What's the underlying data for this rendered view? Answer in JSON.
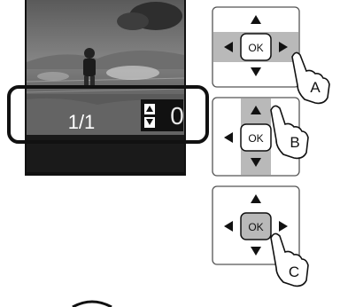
{
  "screen": {
    "photo_counter": "1/1",
    "copies": "0",
    "icon": "photo-of-child-in-field"
  },
  "panels": [
    {
      "id": "A",
      "button_label": "OK",
      "callout": "A",
      "highlight": "left-right",
      "icon": "dpad-icon"
    },
    {
      "id": "B",
      "button_label": "OK",
      "callout": "B",
      "highlight": "up-down",
      "icon": "dpad-icon"
    },
    {
      "id": "C",
      "button_label": "OK",
      "callout": "C",
      "highlight": "center",
      "icon": "dpad-icon"
    }
  ],
  "colors": {
    "highlight": "#b9b9b9",
    "outline": "#111111",
    "screen_bg": "#111111"
  }
}
